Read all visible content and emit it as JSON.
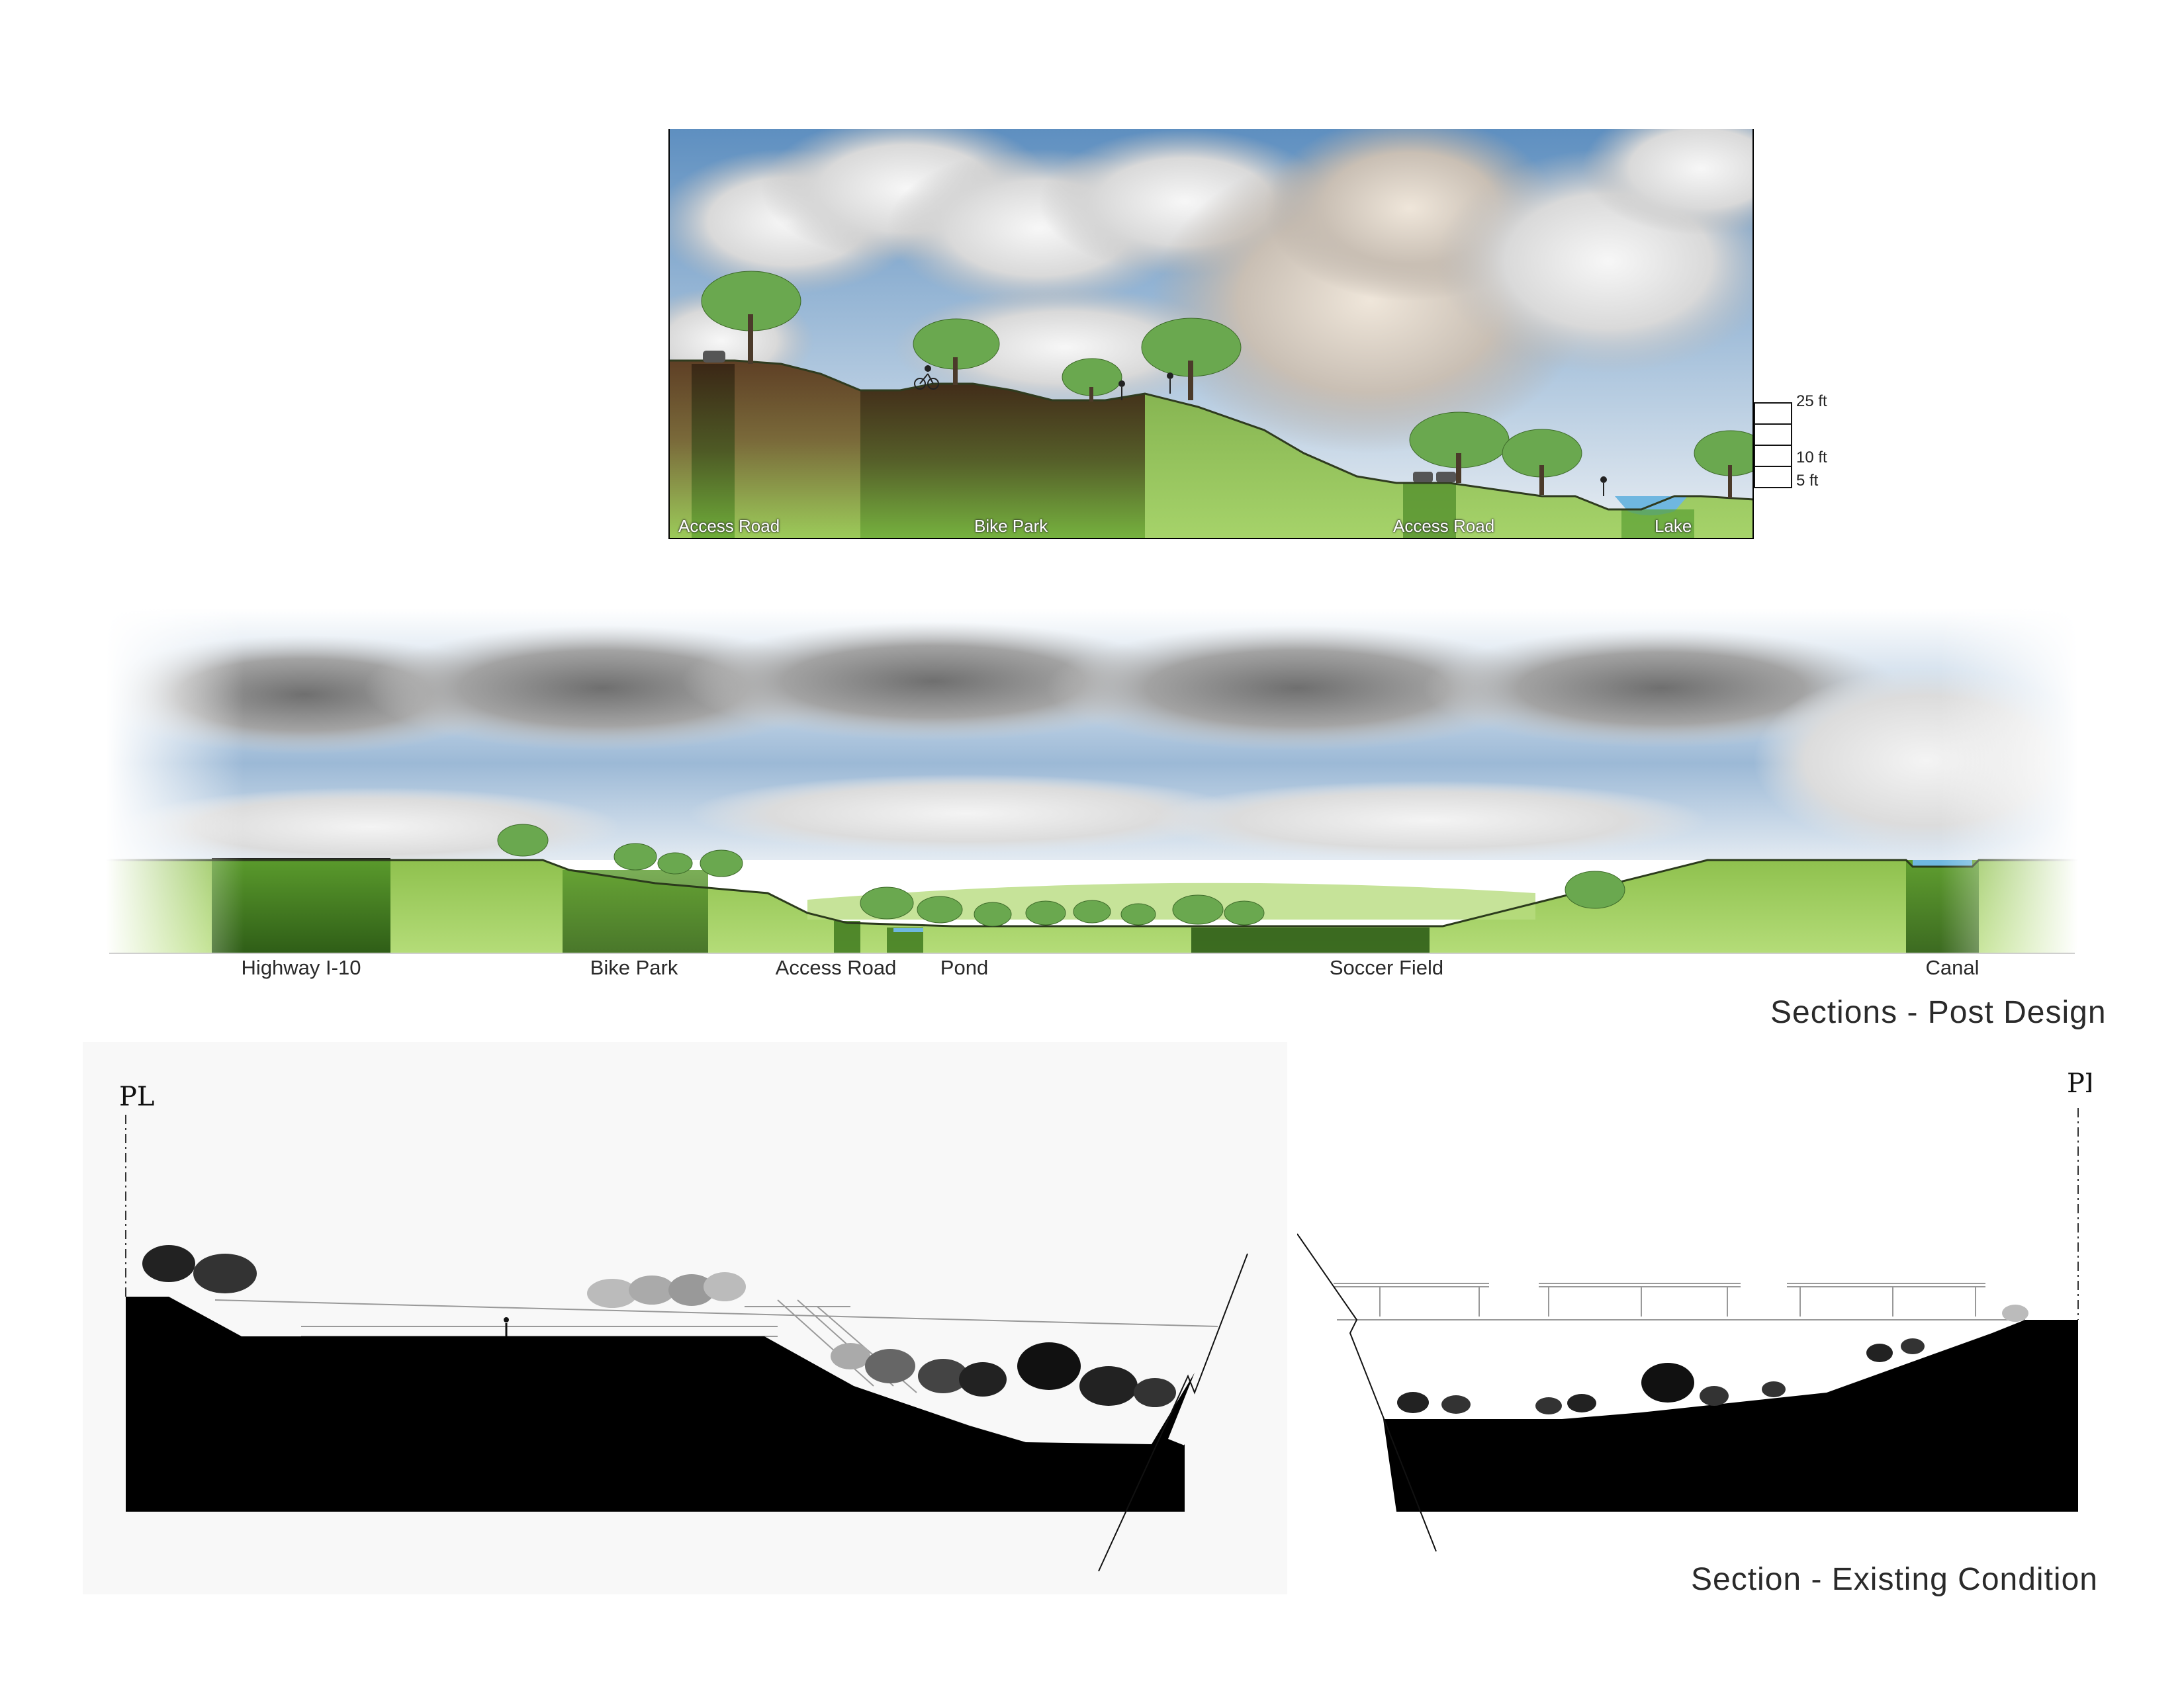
{
  "section_top": {
    "zones": [
      "Access Road",
      "Bike Park",
      "Access Road",
      "Lake"
    ],
    "scale_labels": [
      "25 ft",
      "10 ft",
      "5 ft"
    ]
  },
  "section_long": {
    "zones": [
      "Highway I-10",
      "Bike Park",
      "Access Road",
      "Pond",
      "Soccer Field",
      "Canal"
    ]
  },
  "titles": {
    "post_design": "Sections - Post Design",
    "existing": "Section - Existing Condition"
  },
  "existing_left": {
    "property_line": "PL"
  },
  "existing_right": {
    "property_line": "PL"
  },
  "colors": {
    "sky": "#7fa9cf",
    "cloud": "#e6e6e6",
    "soil_brown": "#6a4a2c",
    "grass_light": "#9ccc5a",
    "grass_dark": "#4f8c2a",
    "tree_green": "#6aa84f",
    "water": "#6fb7e0",
    "black_mass": "#000000"
  }
}
